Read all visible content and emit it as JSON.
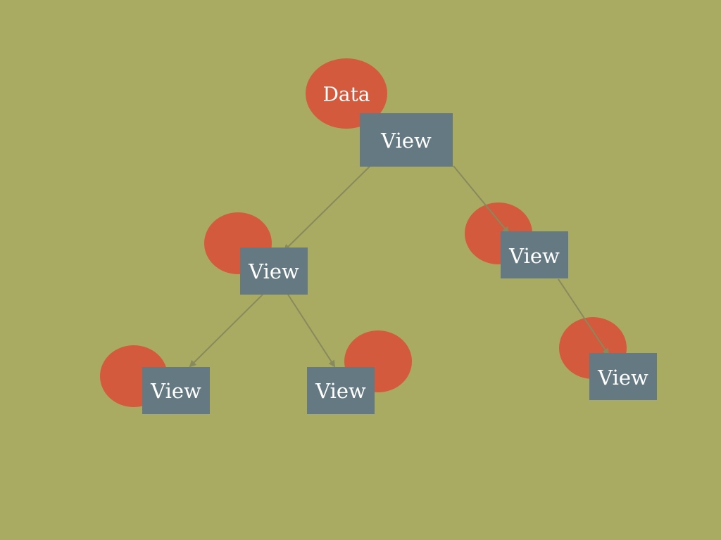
{
  "colors": {
    "background": "#a9ab63",
    "data_blob": "#d35a3d",
    "view_box": "#647981",
    "edge": "#878a5a",
    "label": "#ffffff"
  },
  "data_node": {
    "label": "Data"
  },
  "views": [
    {
      "id": "root",
      "label": "View"
    },
    {
      "id": "left",
      "label": "View"
    },
    {
      "id": "right",
      "label": "View"
    },
    {
      "id": "left-left",
      "label": "View"
    },
    {
      "id": "left-right",
      "label": "View"
    },
    {
      "id": "right-child",
      "label": "View"
    }
  ],
  "edges": [
    {
      "from": "root",
      "to": "left"
    },
    {
      "from": "root",
      "to": "right"
    },
    {
      "from": "left",
      "to": "left-left"
    },
    {
      "from": "left",
      "to": "left-right"
    },
    {
      "from": "right",
      "to": "right-child"
    }
  ]
}
